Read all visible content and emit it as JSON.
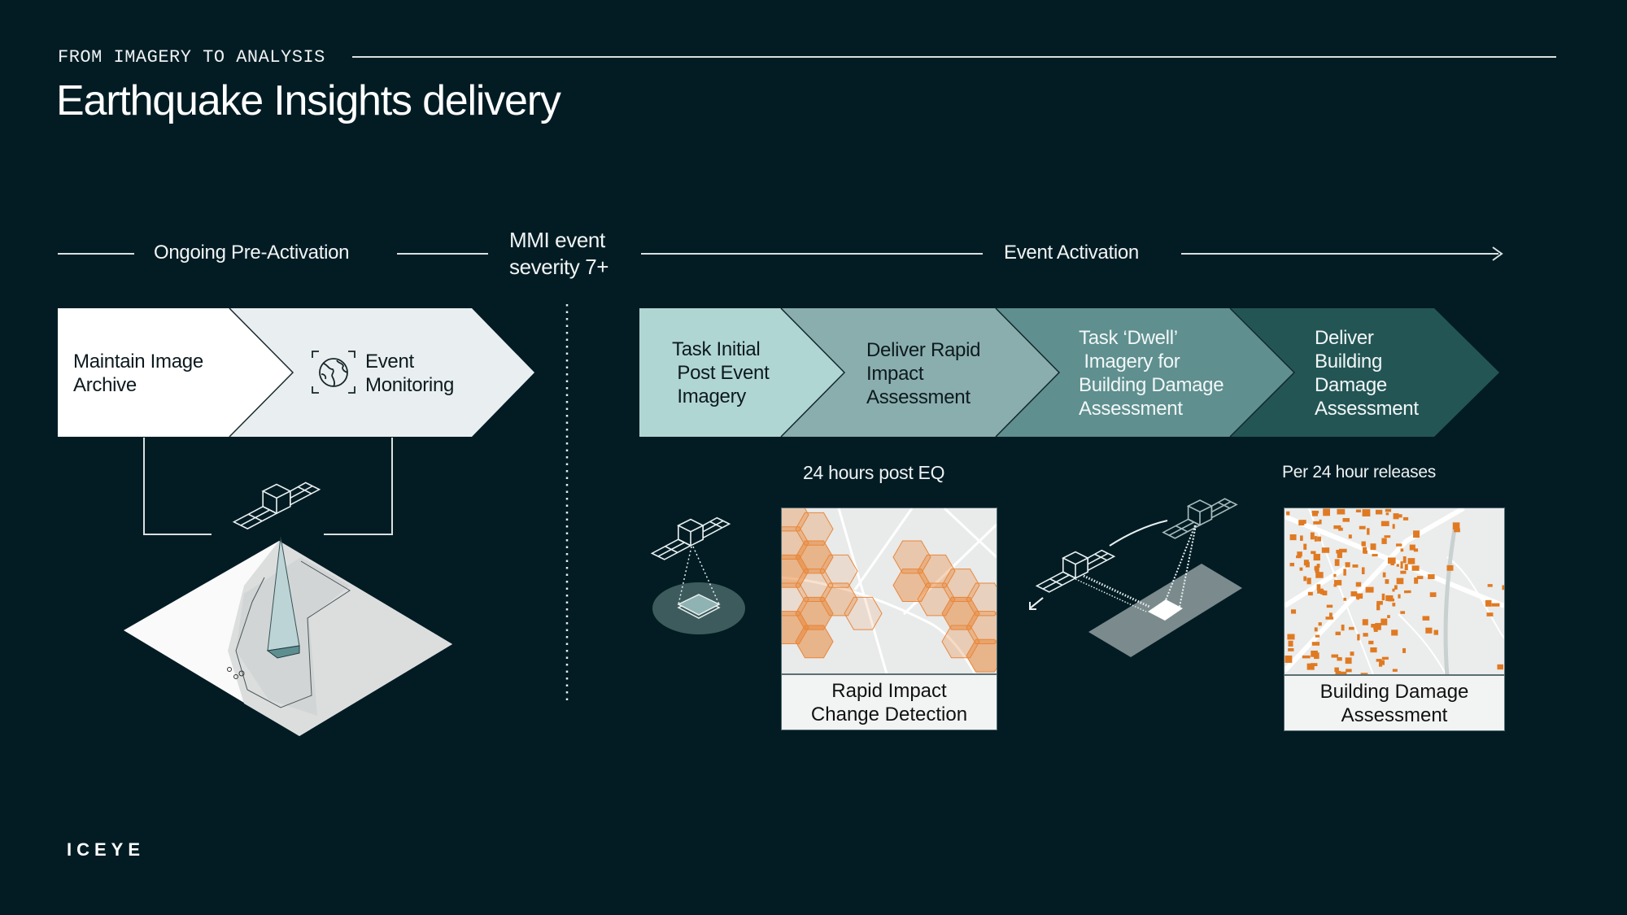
{
  "header": {
    "eyebrow": "FROM IMAGERY TO ANALYSIS",
    "title": "Earthquake Insights delivery"
  },
  "phases": {
    "pre_activation": "Ongoing Pre-Activation",
    "trigger_line1": "MMI event",
    "trigger_line2": "severity 7+",
    "activation": "Event Activation"
  },
  "pre_steps": [
    {
      "lines": [
        "Maintain Image",
        "Archive"
      ],
      "color": "#ffffff"
    },
    {
      "lines": [
        "Event",
        "Monitoring"
      ],
      "color": "#e9eff0",
      "icon": "globe-monitor-icon"
    }
  ],
  "activation_steps": [
    {
      "lines": [
        "Task Initial",
        " Post Event",
        " Imagery"
      ],
      "color": "#b0d6d3"
    },
    {
      "lines": [
        "Deliver Rapid",
        "Impact",
        "Assessment"
      ],
      "color": "#8aaeae"
    },
    {
      "lines": [
        "Task ‘Dwell’",
        " Imagery for",
        "Building Damage",
        "Assessment"
      ],
      "color": "#5f8f8f"
    },
    {
      "lines": [
        "Deliver",
        "Building",
        "Damage",
        "Assessment"
      ],
      "color": "#245555"
    }
  ],
  "outputs": {
    "rapid": {
      "timing": "24 hours post EQ",
      "label_line1": "Rapid Impact",
      "label_line2": "Change Detection",
      "hex_color": "#e8873a"
    },
    "damage": {
      "timing": "Per 24 hour releases",
      "label_line1": "Building Damage",
      "label_line2": "Assessment",
      "building_color": "#e07a22"
    }
  },
  "brand": {
    "logo": "ICEYE"
  },
  "colors": {
    "background": "#031c24",
    "rule": "#d9e1e1"
  }
}
